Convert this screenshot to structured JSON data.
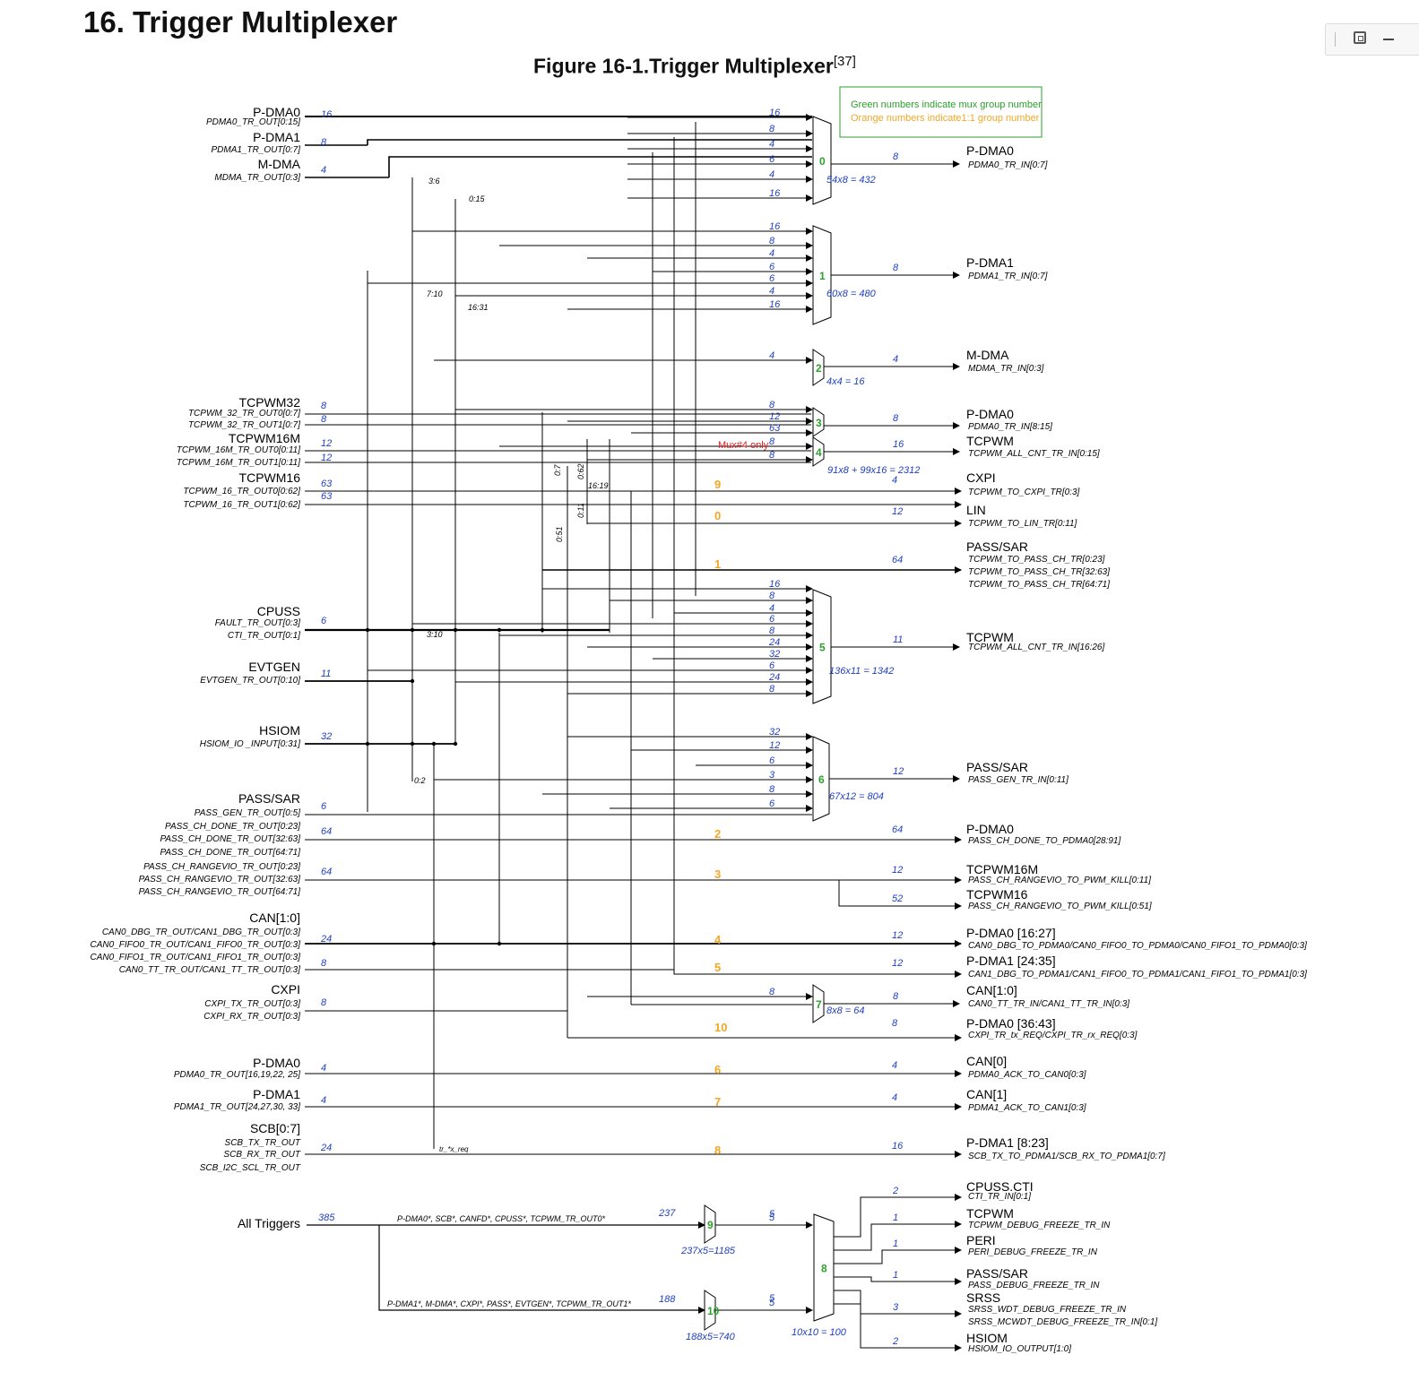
{
  "heading": "16.  Trigger Multiplexer",
  "figure": {
    "title": "Figure 16-1.Trigger Multiplexer",
    "ref": "[37]"
  },
  "legend": {
    "green": "Green numbers indicate mux group number",
    "orange": "Orange numbers indicate1:1 group number"
  },
  "colors": {
    "green": "#2ca02c",
    "orange": "#f5a623",
    "blue": "#1f3fbf",
    "red": "#e02020",
    "line": "#000000"
  },
  "inputs": [
    {
      "name": "P-DMA0",
      "sigs": [
        "PDMA0_TR_OUT[0:15]"
      ],
      "width": "16"
    },
    {
      "name": "P-DMA1",
      "sigs": [
        "PDMA1_TR_OUT[0:7]"
      ],
      "width": "8"
    },
    {
      "name": "M-DMA",
      "sigs": [
        "MDMA_TR_OUT[0:3]"
      ],
      "width": "4"
    },
    {
      "name": "TCPWM32",
      "sigs": [
        "TCPWM_32_TR_OUT0[0:7]",
        "TCPWM_32_TR_OUT1[0:7]"
      ],
      "widths": [
        "8",
        "8"
      ]
    },
    {
      "name": "TCPWM16M",
      "sigs": [
        "TCPWM_16M_TR_OUT0[0:11]",
        "TCPWM_16M_TR_OUT1[0:11]"
      ],
      "widths": [
        "12",
        "12"
      ]
    },
    {
      "name": "TCPWM16",
      "sigs": [
        "TCPWM_16_TR_OUT0[0:62]",
        "TCPWM_16_TR_OUT1[0:62]"
      ],
      "widths": [
        "63",
        "63"
      ]
    },
    {
      "name": "CPUSS",
      "sigs": [
        "FAULT_TR_OUT[0:3]",
        "CTI_TR_OUT[0:1]"
      ],
      "width": "6"
    },
    {
      "name": "EVTGEN",
      "sigs": [
        "EVTGEN_TR_OUT[0:10]"
      ],
      "width": "11"
    },
    {
      "name": "HSIOM",
      "sigs": [
        "HSIOM_IO _INPUT[0:31]"
      ],
      "width": "32"
    },
    {
      "name": "PASS/SAR",
      "sigs": [
        "PASS_GEN_TR_OUT[0:5]",
        "PASS_CH_DONE_TR_OUT[0:23]",
        "PASS_CH_DONE_TR_OUT[32:63]",
        "PASS_CH_DONE_TR_OUT[64:71]",
        "PASS_CH_RANGEVIO_TR_OUT[0:23]",
        "PASS_CH_RANGEVIO_TR_OUT[32:63]",
        "PASS_CH_RANGEVIO_TR_OUT[64:71]"
      ],
      "widths": [
        "6",
        "64",
        "64"
      ]
    },
    {
      "name": "CAN[1:0]",
      "sigs": [
        "CAN0_DBG_TR_OUT/CAN1_DBG_TR_OUT[0:3]",
        "CAN0_FIFO0_TR_OUT/CAN1_FIFO0_TR_OUT[0:3]",
        "CAN0_FIFO1_TR_OUT/CAN1_FIFO1_TR_OUT[0:3]",
        "CAN0_TT_TR_OUT/CAN1_TT_TR_OUT[0:3]"
      ],
      "widths": [
        "24",
        "8"
      ]
    },
    {
      "name": "CXPI",
      "sigs": [
        "CXPI_TX_TR_OUT[0:3]",
        "CXPI_RX_TR_OUT[0:3]"
      ],
      "width": "8"
    },
    {
      "name": "P-DMA0",
      "sigs": [
        "PDMA0_TR_OUT[16,19,22, 25]"
      ],
      "width": "4"
    },
    {
      "name": "P-DMA1",
      "sigs": [
        "PDMA1_TR_OUT[24,27,30, 33]"
      ],
      "width": "4"
    },
    {
      "name": "SCB[0:7]",
      "sigs": [
        "SCB_TX_TR_OUT",
        "SCB_RX_TR_OUT",
        "SCB_I2C_SCL_TR_OUT"
      ],
      "width": "24"
    },
    {
      "name": "All Triggers",
      "sigs": [],
      "width": "385"
    }
  ],
  "outputs": [
    {
      "name": "P-DMA0",
      "sigs": [
        "PDMA0_TR_IN[0:7]"
      ]
    },
    {
      "name": "P-DMA1",
      "sigs": [
        "PDMA1_TR_IN[0:7]"
      ]
    },
    {
      "name": "M-DMA",
      "sigs": [
        "MDMA_TR_IN[0:3]"
      ]
    },
    {
      "name": "P-DMA0",
      "sigs": [
        "PDMA0_TR_IN[8:15]"
      ]
    },
    {
      "name": "TCPWM",
      "sigs": [
        "TCPWM_ALL_CNT_TR_IN[0:15]"
      ]
    },
    {
      "name": "CXPI",
      "sigs": [
        "TCPWM_TO_CXPI_TR[0:3]"
      ]
    },
    {
      "name": "LIN",
      "sigs": [
        "TCPWM_TO_LIN_TR[0:11]"
      ]
    },
    {
      "name": "PASS/SAR",
      "sigs": [
        "TCPWM_TO_PASS_CH_TR[0:23]",
        "TCPWM_TO_PASS_CH_TR[32:63]",
        "TCPWM_TO_PASS_CH_TR[64:71]"
      ]
    },
    {
      "name": "TCPWM",
      "sigs": [
        "TCPWM_ALL_CNT_TR_IN[16:26]"
      ]
    },
    {
      "name": "PASS/SAR",
      "sigs": [
        "PASS_GEN_TR_IN[0:11]"
      ]
    },
    {
      "name": "P-DMA0",
      "sigs": [
        "PASS_CH_DONE_TO_PDMA0[28:91]"
      ]
    },
    {
      "name": "TCPWM16M",
      "sigs": [
        "PASS_CH_RANGEVIO_TO_PWM_KILL[0:11]"
      ]
    },
    {
      "name": "TCPWM16",
      "sigs": [
        "PASS_CH_RANGEVIO_TO_PWM_KILL[0:51]"
      ]
    },
    {
      "name": "P-DMA0 [16:27]",
      "sigs": [
        "CAN0_DBG_TO_PDMA0/CAN0_FIFO0_TO_PDMA0/CAN0_FIFO1_TO_PDMA0[0:3]"
      ]
    },
    {
      "name": "P-DMA1 [24:35]",
      "sigs": [
        "CAN1_DBG_TO_PDMA1/CAN1_FIFO0_TO_PDMA1/CAN1_FIFO1_TO_PDMA1[0:3]"
      ]
    },
    {
      "name": "CAN[1:0]",
      "sigs": [
        "CAN0_TT_TR_IN/CAN1_TT_TR_IN[0:3]"
      ]
    },
    {
      "name": "P-DMA0 [36:43]",
      "sigs": [
        "CXPI_TR_tx_REQ/CXPI_TR_rx_REQ[0:3]"
      ]
    },
    {
      "name": "CAN[0]",
      "sigs": [
        "PDMA0_ACK_TO_CAN0[0:3]"
      ]
    },
    {
      "name": "CAN[1]",
      "sigs": [
        "PDMA1_ACK_TO_CAN1[0:3]"
      ]
    },
    {
      "name": "P-DMA1 [8:23]",
      "sigs": [
        "SCB_TX_TO_PDMA1/SCB_RX_TO_PDMA1[0:7]"
      ]
    },
    {
      "name": "CPUSS.CTI",
      "sigs": [
        "CTI_TR_IN[0:1]"
      ]
    },
    {
      "name": "TCPWM",
      "sigs": [
        "TCPWM_DEBUG_FREEZE_TR_IN"
      ]
    },
    {
      "name": "PERI",
      "sigs": [
        "PERI_DEBUG_FREEZE_TR_IN"
      ]
    },
    {
      "name": "PASS/SAR",
      "sigs": [
        "PASS_DEBUG_FREEZE_TR_IN"
      ]
    },
    {
      "name": "SRSS",
      "sigs": [
        "SRSS_WDT_DEBUG_FREEZE_TR_IN",
        "SRSS_MCWDT_DEBUG_FREEZE_TR_IN[0:1]"
      ]
    },
    {
      "name": "HSIOM",
      "sigs": [
        "HSIOM_IO_OUTPUT[1:0]"
      ]
    }
  ],
  "muxes": [
    {
      "id": "0",
      "inputs": [
        "16",
        "8",
        "4",
        "6",
        "4",
        "16"
      ],
      "out": "8",
      "formula": "54x8 = 432"
    },
    {
      "id": "1",
      "inputs": [
        "16",
        "8",
        "4",
        "6",
        "6",
        "4",
        "16"
      ],
      "out": "8",
      "formula": "60x8 = 480"
    },
    {
      "id": "2",
      "inputs": [
        "4"
      ],
      "out": "4",
      "formula": "4x4 = 16"
    },
    {
      "id": "3",
      "inputs": [
        "8",
        "12",
        "63"
      ],
      "out": "8",
      "formula": ""
    },
    {
      "id": "4",
      "inputs": [
        "8",
        "8"
      ],
      "out": "16",
      "formula": "91x8 + 99x16 = 2312",
      "note": "Mux#4 only"
    },
    {
      "id": "5",
      "inputs": [
        "16",
        "8",
        "4",
        "6",
        "8",
        "24",
        "32",
        "6",
        "24",
        "8"
      ],
      "out": "11",
      "formula": "136x11 = 1342"
    },
    {
      "id": "6",
      "inputs": [
        "32",
        "12",
        "6",
        "3",
        "8",
        "6"
      ],
      "out": "12",
      "formula": "67x12 = 804"
    },
    {
      "id": "7",
      "inputs": [
        "8"
      ],
      "out": "8",
      "formula": "8x8 = 64"
    },
    {
      "id": "8",
      "inputs": [
        "5",
        "5"
      ],
      "outs": [
        "2",
        "1",
        "1",
        "1",
        "3",
        "2"
      ],
      "formula": "10x10 = 100"
    },
    {
      "id": "9",
      "inputs": [
        "237"
      ],
      "out": "5",
      "formula": "237x5=1185"
    },
    {
      "id": "10",
      "inputs": [
        "188"
      ],
      "out": "5",
      "formula": "188x5=740"
    }
  ],
  "one_to_one": [
    {
      "id": "9",
      "out": "4"
    },
    {
      "id": "0",
      "out": "12"
    },
    {
      "id": "1",
      "out": "64"
    },
    {
      "id": "2",
      "out": "64"
    },
    {
      "id": "3",
      "out": "12"
    },
    {
      "id": "4",
      "out": "12"
    },
    {
      "id": "5",
      "out": "12"
    },
    {
      "id": "10",
      "out": "8"
    },
    {
      "id": "6",
      "out": "4"
    },
    {
      "id": "7",
      "out": "4"
    },
    {
      "id": "8",
      "out": "16"
    }
  ],
  "bus_labels": {
    "b1": "3:6",
    "b2": "0:15",
    "b3": "7:10",
    "b4": "16:31",
    "b5": "3:10",
    "b6": "0:2",
    "b7": "0:7",
    "b8": "0:62",
    "b9": "16:19",
    "b10": "0:11",
    "b11": "0:51",
    "b12": "52",
    "b13": "tr_*x_req"
  },
  "all_triggers": {
    "group_a": "P-DMA0*, SCB*, CANFD*, CPUSS*, TCPWM_TR_OUT0*",
    "group_b": "P-DMA1*, M-DMA*, CXPI*, PASS*, EVTGEN*, TCPWM_TR_OUT1*"
  }
}
